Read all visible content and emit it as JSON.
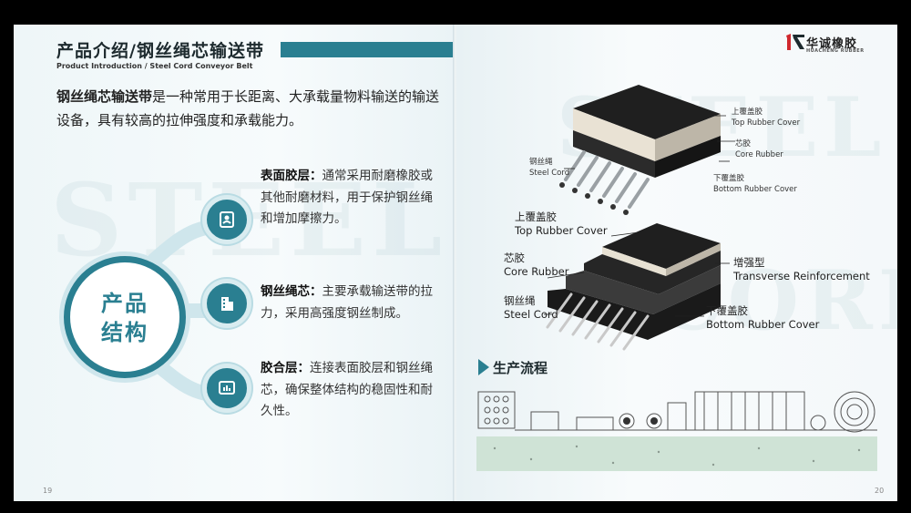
{
  "left_page": {
    "title": "产品介绍/钢丝绳芯输送带",
    "subtitle": "Product Introduction / Steel Cord Conveyor Belt",
    "intro_bold": "钢丝绳芯输送带",
    "intro_rest": "是一种常用于长距离、大承载量物料输送的输送设备，具有较高的拉伸强度和承载能力。",
    "center_line1": "产品",
    "center_line2": "结构",
    "items": [
      {
        "heading": "表面胶层：",
        "text": "通常采用耐磨橡胶或其他耐磨材料，用于保护钢丝绳和增加摩擦力。",
        "icon": "contact-card-icon"
      },
      {
        "heading": "钢丝绳芯：",
        "text": "主要承载输送带的拉力，采用高强度钢丝制成。",
        "icon": "building-icon"
      },
      {
        "heading": "胶合层：",
        "text": "连接表面胶层和钢丝绳芯，确保整体结构的稳固性和耐久性。",
        "icon": "chart-board-icon"
      }
    ],
    "page_number": "19",
    "watermark": "STEEL CORD"
  },
  "right_page": {
    "logo_zh": "华诚橡胶",
    "logo_en": "HUACHENG RUBBER",
    "diagram1": {
      "top_cover_zh": "上覆盖胶",
      "top_cover_en": "Top Rubber Cover",
      "core_zh": "芯胶",
      "core_en": "Core Rubber",
      "bottom_zh": "下覆盖胶",
      "bottom_en": "Bottom Rubber Cover",
      "steel_zh": "钢丝绳",
      "steel_en": "Steel Cord"
    },
    "diagram2": {
      "top_cover_zh": "上覆盖胶",
      "top_cover_en": "Top Rubber Cover",
      "core_zh": "芯胶",
      "core_en": "Core Rubber",
      "steel_zh": "钢丝绳",
      "steel_en": "Steel Cord",
      "reinf_zh": "增强型",
      "reinf_en": "Transverse Reinforcement",
      "bottom_zh": "下覆盖胶",
      "bottom_en": "Bottom Rubber Cover"
    },
    "section_title": "生产流程",
    "page_number": "20"
  },
  "colors": {
    "accent": "#2a7f91",
    "logo_red": "#d0282e"
  }
}
